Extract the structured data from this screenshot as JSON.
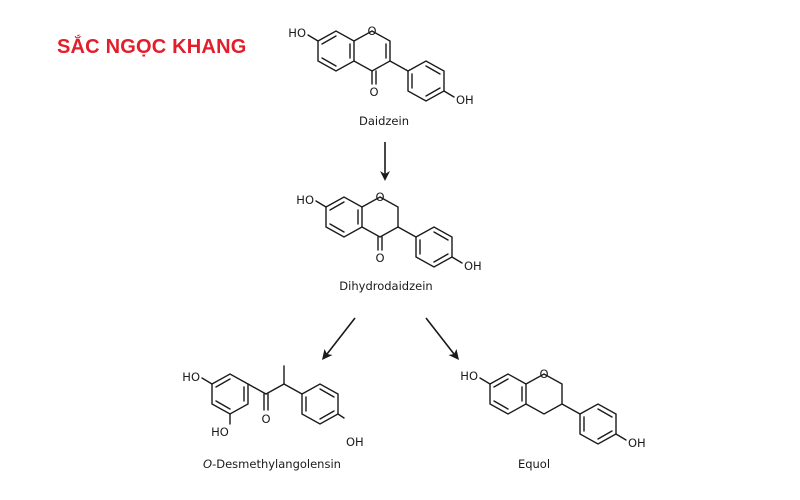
{
  "brand": {
    "name": "SẮC NGỌC KHANG",
    "color": "#e31e2b"
  },
  "atoms": {
    "hydroxyl": "HO",
    "hydroxyl_right": "OH",
    "oxygen": "O"
  },
  "compounds": {
    "daidzein": {
      "name": "Daidzein"
    },
    "dihydrodaidzein": {
      "name": "Dihydrodaidzein"
    },
    "desmethylangolensin": {
      "prefix": "O",
      "name": "-Desmethylangolensin"
    },
    "equol": {
      "name": "Equol"
    }
  }
}
